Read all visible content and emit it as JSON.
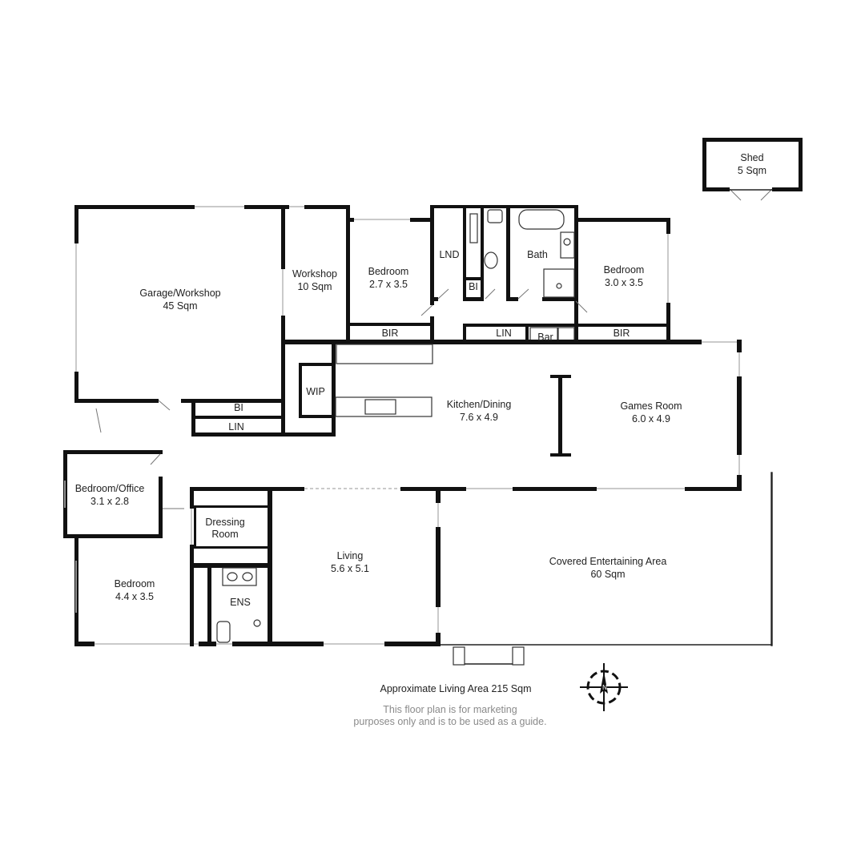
{
  "rooms": {
    "shed": {
      "name": "Shed",
      "size": "5 Sqm"
    },
    "garage": {
      "name": "Garage/Workshop",
      "size": "45 Sqm"
    },
    "workshop": {
      "name": "Workshop",
      "size": "10 Sqm"
    },
    "bedroom_a": {
      "name": "Bedroom",
      "size": "2.7 x 3.5"
    },
    "lnd": {
      "name": "LND"
    },
    "bi_small": {
      "name": "BI"
    },
    "bath": {
      "name": "Bath"
    },
    "bedroom_b": {
      "name": "Bedroom",
      "size": "3.0 x 3.5"
    },
    "bir_a": {
      "name": "BIR"
    },
    "lin_a": {
      "name": "LIN"
    },
    "bar": {
      "name": "Bar"
    },
    "bir_b": {
      "name": "BIR"
    },
    "wip": {
      "name": "WIP"
    },
    "bi_garage": {
      "name": "BI"
    },
    "lin_garage": {
      "name": "LIN"
    },
    "kitchen": {
      "name": "Kitchen/Dining",
      "size": "7.6 x 4.9"
    },
    "games": {
      "name": "Games Room",
      "size": "6.0 x 4.9"
    },
    "office": {
      "name": "Bedroom/Office",
      "size": "3.1 x 2.8"
    },
    "dressing": {
      "name": "Dressing",
      "name2": "Room"
    },
    "bedroom_c": {
      "name": "Bedroom",
      "size": "4.4 x 3.5"
    },
    "ens": {
      "name": "ENS"
    },
    "living": {
      "name": "Living",
      "size": "5.6 x 5.1"
    },
    "covered": {
      "name": "Covered Entertaining Area",
      "size": "60 Sqm"
    }
  },
  "footer": {
    "area": "Approximate Living Area 215 Sqm",
    "disclaimer_1": "This floor plan is for marketing",
    "disclaimer_2": "purposes only and is to be used as a guide."
  },
  "compass": {
    "letter": "N"
  },
  "colors": {
    "wall": "#111111",
    "window": "#b9b9b9",
    "text": "#222222",
    "note": "#8a8a8a"
  }
}
